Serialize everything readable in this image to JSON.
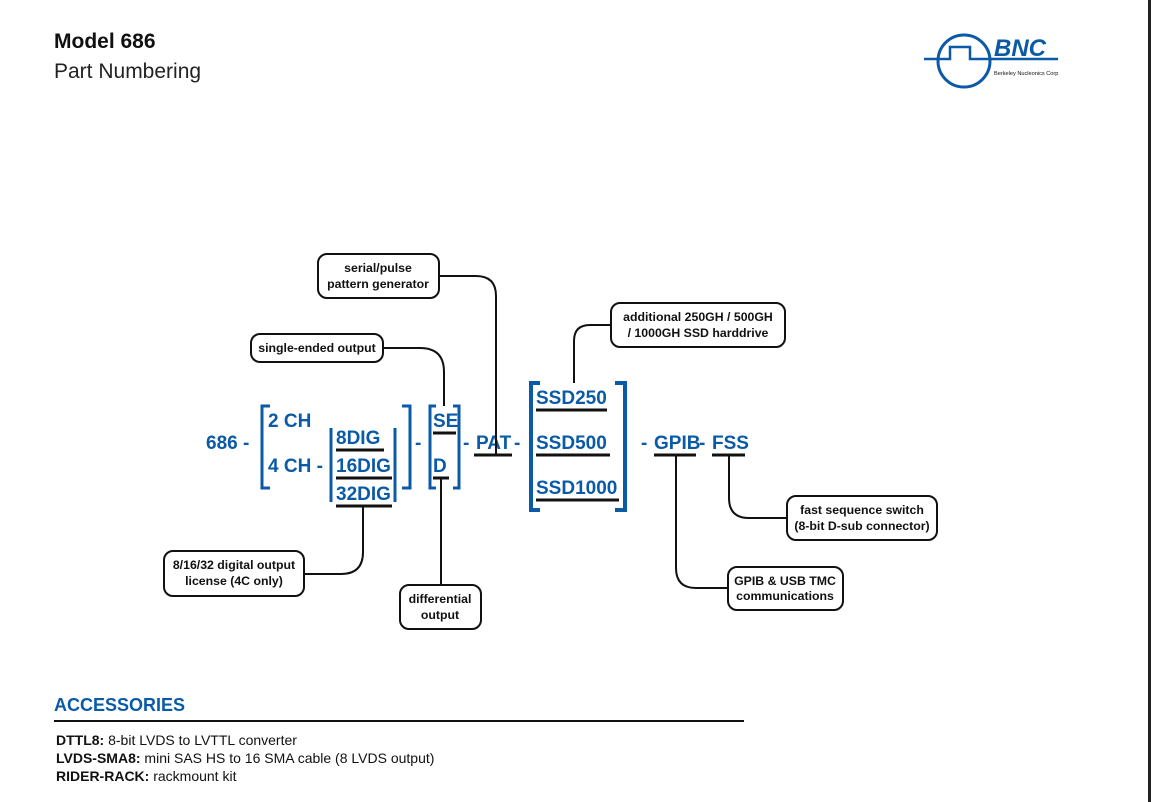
{
  "header": {
    "title": "Model 686",
    "subtitle": "Part Numbering"
  },
  "logo": {
    "text": "BNC",
    "tagline": "Berkeley Nucleonics Corp"
  },
  "part_number": {
    "base": "686 -",
    "channels": [
      "2 CH",
      "4 CH -"
    ],
    "digital": [
      "8DIG",
      "16DIG",
      "32DIG"
    ],
    "dash1": "-",
    "output": [
      "SE",
      "D"
    ],
    "dash2": "-",
    "pattern": "PAT",
    "dash3": "-",
    "ssd": [
      "SSD250",
      "SSD500",
      "SSD1000"
    ],
    "dash4": "-",
    "gpib": "GPIB",
    "dash5": "-",
    "fss": "FSS"
  },
  "callouts": {
    "pattern": [
      "serial/pulse",
      "pattern generator"
    ],
    "single_ended": [
      "single-ended output"
    ],
    "ssd": [
      "additional 250GH / 500GH",
      "/ 1000GH SSD harddrive"
    ],
    "digital_license": [
      "8/16/32 digital output",
      "license (4C only)"
    ],
    "differential": [
      "differential",
      "output"
    ],
    "fss": [
      "fast sequence switch",
      "(8-bit D-sub connector)"
    ],
    "gpib": [
      "GPIB & USB TMC",
      "communications"
    ]
  },
  "accessories": {
    "title": "ACCESSORIES",
    "items": [
      {
        "code": "DTTL8:",
        "desc": " 8-bit LVDS to LVTTL converter"
      },
      {
        "code": "LVDS-SMA8:",
        "desc": " mini SAS HS to 16 SMA cable (8 LVDS output)"
      },
      {
        "code": "RIDER-RACK:",
        "desc": " rackmount kit"
      }
    ]
  },
  "colors": {
    "blue": "#0a5aa8",
    "black": "#111111"
  }
}
